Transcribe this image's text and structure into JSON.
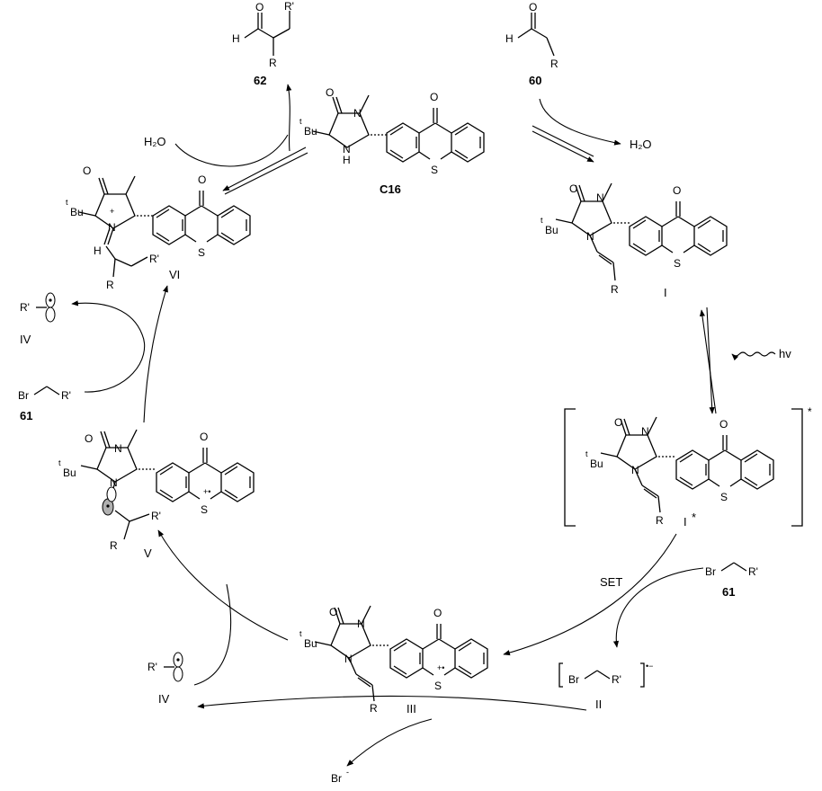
{
  "compounds": {
    "c62": {
      "label": "62",
      "atoms": {
        "h": "H",
        "o": "O",
        "r": "R",
        "rp": "R'"
      }
    },
    "c60": {
      "label": "60",
      "atoms": {
        "h": "H",
        "o": "O",
        "r": "R"
      }
    },
    "c16": {
      "label": "C16"
    },
    "c61_top": {
      "label": "61",
      "text": "Br",
      "rp": "R'"
    },
    "c61_right": {
      "label": "61",
      "text": "Br",
      "rp": "R'"
    },
    "I": {
      "label": "I"
    },
    "Istar": {
      "label": "I",
      "star": "*",
      "bracket_star": "*"
    },
    "II": {
      "label": "II",
      "br": "Br",
      "rp": "R'",
      "charge": "•−"
    },
    "III": {
      "label": "III"
    },
    "IV_top": {
      "label": "IV",
      "rp": "R'"
    },
    "IV_bottom": {
      "label": "IV",
      "rp": "R'"
    },
    "V": {
      "label": "V"
    },
    "VI": {
      "label": "VI"
    }
  },
  "atoms": {
    "O": "O",
    "N": "N",
    "H": "H",
    "S": "S",
    "R": "R",
    "Rp": "R'",
    "tBu_t": "t",
    "tBu": "Bu",
    "plus": "+",
    "radcat": "+•"
  },
  "reagents": {
    "water_left": "H₂O",
    "water_right": "H₂O",
    "hv": "hv",
    "set": "SET",
    "bromide": "Br"
  }
}
